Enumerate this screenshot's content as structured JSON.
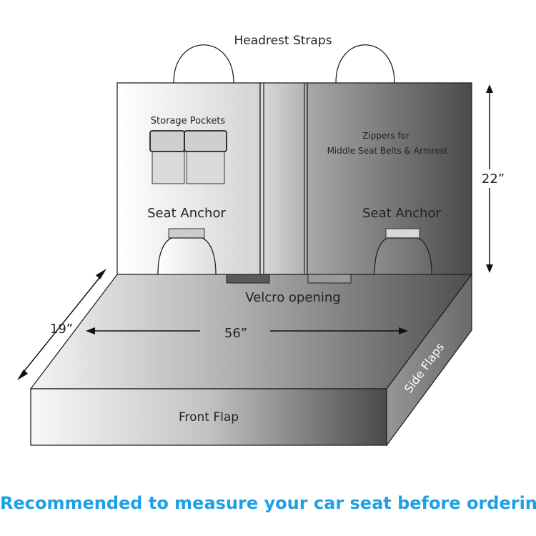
{
  "labels": {
    "headrest_straps": "Headrest Straps",
    "storage_pockets": "Storage Pockets",
    "zippers_line1": "Zippers for",
    "zippers_line2": "Middle Seat Belts & Armrest",
    "seat_anchor_left": "Seat Anchor",
    "seat_anchor_right": "Seat Anchor",
    "velcro_opening": "Velcro opening",
    "front_flap": "Front Flap",
    "side_flaps": "Side Flaps"
  },
  "dimensions": {
    "height": "22”",
    "width": "56”",
    "depth": "19”"
  },
  "footer": {
    "text": "Recommended to measure your car seat before ordering"
  },
  "colors": {
    "footer": "#1e9fe6"
  }
}
